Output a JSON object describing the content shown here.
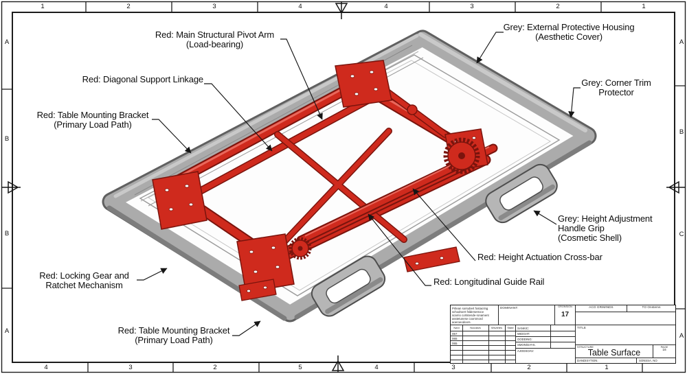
{
  "colors": {
    "red": "#cf2a1d",
    "red_dark": "#7a140d",
    "red_light": "#e8685c",
    "grey": "#ababab",
    "grey_dark": "#606060",
    "grey_light": "#c9c9c9",
    "line": "#161616",
    "background": "#ffffff"
  },
  "grid": {
    "top": [
      "1",
      "2",
      "3",
      "4",
      "4",
      "3",
      "2",
      "1"
    ],
    "bottom": [
      "4",
      "3",
      "2",
      "5",
      "4",
      "3",
      "2",
      "1"
    ],
    "left": [
      "A",
      "B",
      "B",
      "A"
    ],
    "right": [
      "A",
      "B",
      "C",
      "A"
    ]
  },
  "callouts": {
    "pivot_arm": {
      "line1": "Red: Main Structural Pivot Arm",
      "line2": "(Load-bearing)"
    },
    "housing": {
      "line1": "Grey: External Protective Housing",
      "line2": "(Aesthetic Cover)"
    },
    "diagonal": {
      "line1": "Red: Diagonal Support Linkage"
    },
    "corner_trim": {
      "line1": "Grey: Corner Trim",
      "line2": "Protector"
    },
    "bracket_top": {
      "line1": "Red: Table Mounting Bracket",
      "line2": "(Primary Load Path)"
    },
    "handle_grip": {
      "line1": "Grey: Height Adjustment",
      "line2": "Handle Grip",
      "line3": "(Cosmetic Shell)"
    },
    "crossbar": {
      "line1": "Red: Height Actuation Cross-bar"
    },
    "guide_rail": {
      "line1": "Red: Longitudinal Guide Rail"
    },
    "locking_gear": {
      "line1": "Red: Locking Gear and",
      "line2": "Ratchet Mechanism"
    },
    "bracket_bottom": {
      "line1": "Red: Table Mounting Bracket",
      "line2": "(Primary Load Path)"
    }
  },
  "title_block": {
    "notes": [
      "Prilean sorsubert fostacring",
      "schodroert fsldersetroce",
      "scarrio cortstende-ronament",
      "asstetunese coorsmord",
      "aoeroeodoors."
    ],
    "dominant_label": "DOMINANT:",
    "grension_label": "GRONSION",
    "grension_value": "17",
    "acd_label": "ACO GRIMINDS",
    "to_label": "TO Onstems",
    "rev_headers": [
      "Nani",
      "Nocdavs",
      "Wsvietes",
      "State"
    ],
    "rev_rows": [
      "067",
      "065",
      "065"
    ],
    "field_labels": [
      "SANKIC:",
      "WIDGHT:",
      "OODDING:",
      "SMON/DAYS."
    ],
    "approved_label": "AJODSOAV:",
    "title_label": "TITLE",
    "structure_label": "STRUCTURE",
    "structure_value": "Table Surface",
    "page_label": "PAGE",
    "page_value": "16",
    "bottom_left_label": "DANDISYTION:",
    "bottom_right_label": "SONSSA. NO"
  }
}
